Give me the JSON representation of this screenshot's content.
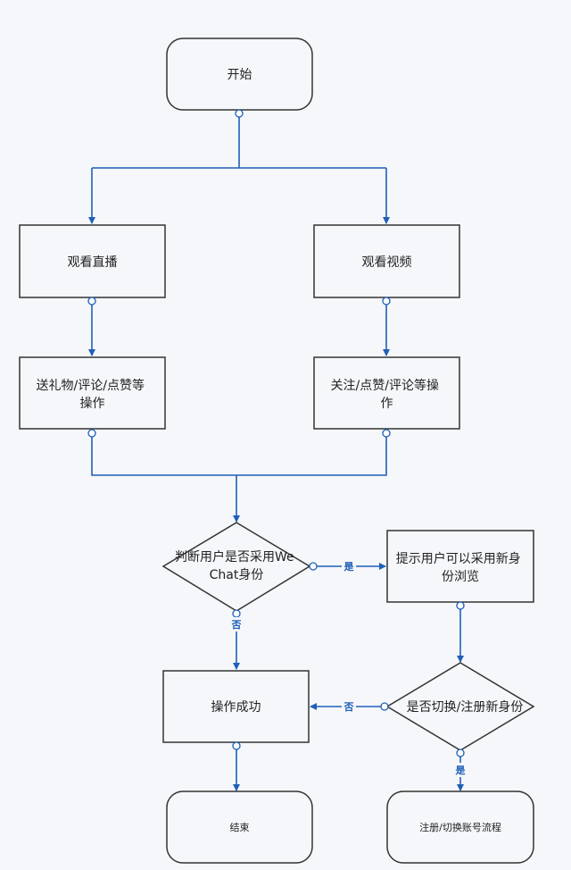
{
  "nodes": {
    "start": "开始",
    "watch_live": "观看直播",
    "watch_video": "观看视频",
    "live_actions": [
      "送礼物/评论/点赞等",
      "操作"
    ],
    "video_actions": [
      "关注/点赞/评论等操",
      "作"
    ],
    "decision_wechat": [
      "判断用户是否采用We",
      "Chat身份"
    ],
    "prompt_new_identity": [
      "提示用户可以采用新身",
      "份浏览"
    ],
    "success": "操作成功",
    "decision_switch": "是否切换/注册新身份",
    "end": "结束",
    "register_flow": "注册/切换账号流程"
  },
  "edge_labels": {
    "wechat_yes": "是",
    "wechat_no": "否",
    "switch_no": "否",
    "switch_yes": "是"
  },
  "colors": {
    "edge": "#1f5fb8",
    "border": "#333333",
    "background": "#f5f7fa"
  }
}
